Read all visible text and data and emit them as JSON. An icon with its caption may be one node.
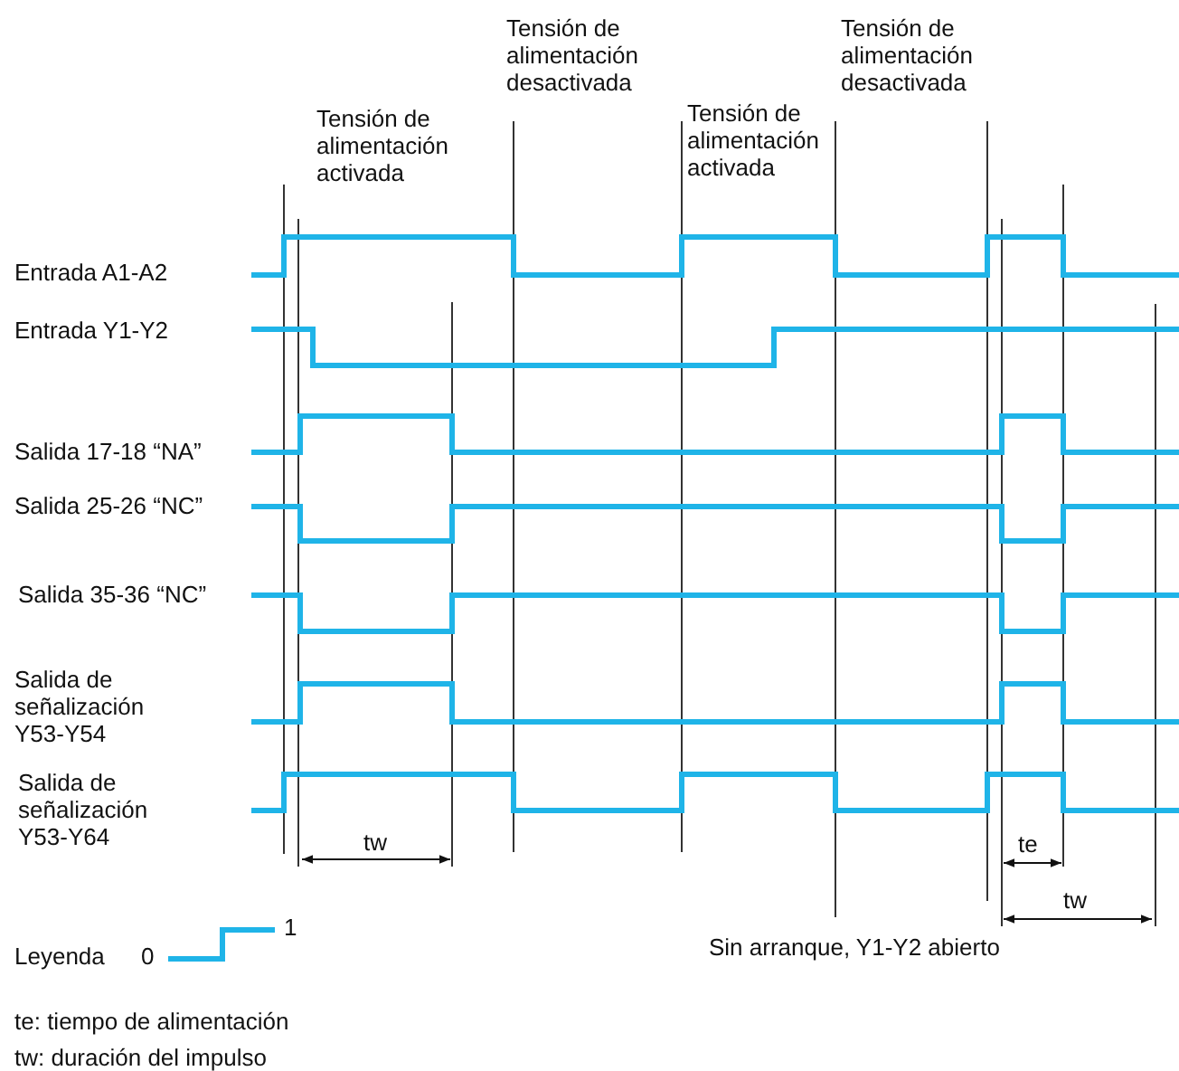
{
  "diagram": {
    "labels": [
      "Tensión de alimentación desactivada",
      "Tensión de alimentación desactivada",
      "Tensión de alimentación activada",
      "Tensión de alimentación activada",
      "Entrada A1-A2",
      "Entrada Y1-Y2",
      "Salida 17-18 “NA”",
      "Salida 25-26 “NC”",
      "Salida 35-36 “NC”",
      "Salida de señalización Y53-Y54",
      "Salida de señalización Y53-Y64",
      "tw",
      "te",
      "tw",
      "Leyenda",
      "0",
      "1",
      "Sin arranque, Y1-Y2 abierto",
      "te: tiempo de alimentación",
      "tw: duración del impulso"
    ]
  }
}
